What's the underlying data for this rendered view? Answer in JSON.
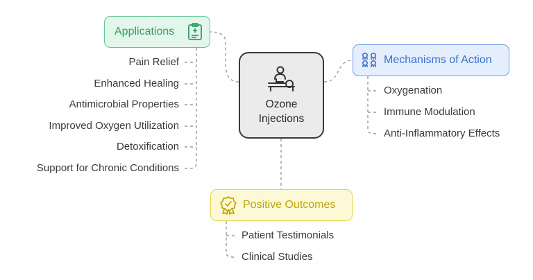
{
  "center": {
    "label": "Ozone Injections",
    "icon": "person-reclining-treatment-icon"
  },
  "categories": {
    "applications": {
      "label": "Applications",
      "icon": "medical-chart-icon",
      "color": "#2f9e63",
      "items": [
        "Pain Relief",
        "Enhanced Healing",
        "Antimicrobial Properties",
        "Improved Oxygen Utilization",
        "Detoxification",
        "Support for Chronic Conditions"
      ]
    },
    "mechanisms": {
      "label": "Mechanisms of Action",
      "icon": "molecule-cluster-icon",
      "color": "#3b6fcf",
      "items": [
        "Oxygenation",
        "Immune Modulation",
        "Anti-Inflammatory Effects"
      ]
    },
    "outcomes": {
      "label": "Positive Outcomes",
      "icon": "award-ribbon-icon",
      "color": "#bfa40a",
      "items": [
        "Patient Testimonials",
        "Clinical Studies"
      ]
    }
  }
}
